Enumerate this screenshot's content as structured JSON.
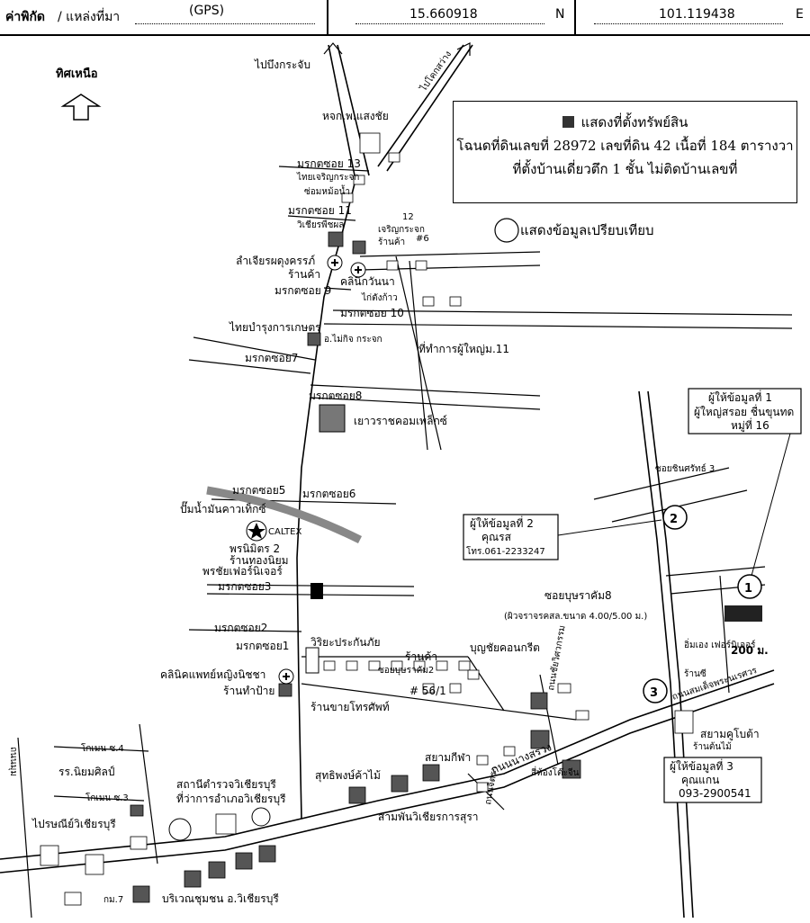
{
  "header": {
    "coord_label": "ค่าพิกัด",
    "source_label": "/ แหล่งที่มา",
    "gps_label": "(GPS)",
    "lat_value": "15.660918",
    "lat_dir": "N",
    "lon_value": "101.119438",
    "lon_dir": "E"
  },
  "north": {
    "label": "ทิศเหนือ"
  },
  "legend": {
    "property_line1": "แสดงที่ตั้งทรัพย์สิน",
    "property_line2": "โฉนดที่ดินเลขที่ 28972 เลขที่ดิน 42  เนื้อที่ 184 ตารางวา",
    "property_line3": "ที่ตั้งบ้านเดี่ยวตึก 1 ชั้น  ไม่ติดบ้านเลขที่",
    "compare_label": "แสดงข้อมูลเปรียบเทียบ"
  },
  "informants": {
    "one_title": "ผู้ให้ข้อมูลที่ 1",
    "one_name": "ผู้ใหญ่สรอย ชื่นขุนทด",
    "one_village": "หมู่ที่ 16",
    "one_num": "1",
    "two_title": "ผู้ให้ข้อมูลที่ 2",
    "two_name": "คุณรส",
    "two_phone": "โทร.061-2233247",
    "two_num": "2",
    "three_title": "ผู้ให้ข้อมูลที่ 3",
    "three_name": "คุณแกน",
    "three_phone": "093-2900541",
    "three_num": "3"
  },
  "labels": {
    "to_bueng": "ไปบึงกระจับ",
    "to_right_top": "ไปโคกสว่าง",
    "shop_sangchai": "หจก.พ.แสงชัย",
    "soi13": "มรกตซอย 13",
    "thai_charoen": "ไทยเจริญกระจก",
    "soi_mo": "ซ่อมหม้อน้ำ",
    "soi11": "มรกตซอย 11",
    "wichian_phan": "วิเชียรพืชผล",
    "charoen_glass": "เจริญกระจก",
    "shop1": "ร้านค้า",
    "num6": "#6",
    "num12": "12",
    "lamchiang": "ลำเจียรผดุงครรภ์",
    "shop2": "ร้านค้า",
    "clinic_wan": "คลินิกวันนา",
    "soi9": "มรกตซอย 9",
    "kai_yang": "ไก่ตังก้าว",
    "soi10": "มรกตซอย 10",
    "thai_agri": "ไทยบำรุงการเกษตร",
    "o_glass": "อ.ไม่กิจ กระจก",
    "headman": "ที่ทำการผู้ใหญ่ม.11",
    "soi7": "มรกตซอย7",
    "soi8": "มรกตซอย8",
    "yaowarat": "เยาวราชคอมเพล็กซ์",
    "soi_chin3": "ซอยชินศรัทธ์ 3",
    "soi5": "มรกตซอย5",
    "soi6": "มรกตซอย6",
    "gas_station": "ปั๊มน้ำมันคาวเท็กซ์",
    "caltex": "CALTEX",
    "pornmit": "พรนิมิตร 2",
    "shop_tong": "ร้านทองนิยม",
    "pornchai": "พรชัยเฟอร์นิเจอร์",
    "soi3": "มรกตซอย3",
    "soi_boon": "ซอยบุษราคัม8",
    "road_width": "(ผิวจราจรคสล.ขนาด 4.00/5.00 ม.)",
    "soi2": "มรกตซอย2",
    "soi1": "มรกตซอย1",
    "insurance": "วิริยะประกันภัย",
    "shop3": "ร้านค้า",
    "boonchai": "บุญชัยคอนกรีต",
    "soi_boon2": "ซอยบุษราคัม2",
    "dist": "200 ม.",
    "im_furn": "อิ่มเอง เฟอร์นิเจอร์",
    "gas2": "ร้านซี",
    "clinic_women": "คลินิคแพทย์หญิงนิชชา",
    "shop_tam": "ร้านทำป้าย",
    "num561": "# 56/1",
    "phone_shop": "ร้านขายโทรศัพท์",
    "road_main": "ถนนสมเด็จพระนเรศวร",
    "road_chai": "ถนนชัยวิศวกรรม",
    "siam_kubota": "สยามคูโบต้า",
    "shop_tree": "ร้านต้นไม้",
    "road_wang": "ถนนนางสรวง",
    "siam_kila": "สยามกีฬา",
    "sutthipong": "สุทธิพงษ์ค้าไม้",
    "sanphong": "สี่ห้องโต๊ะจีน",
    "road_jitra": "ถนนจิตรา",
    "police": "สถานีตำรวจวิเชียรบุรี",
    "district": "ที่ว่าการอำเภอวิเชียรบุรี",
    "sampan": "สามพันวิเชียรการสุรา",
    "khomen4": "โกเมน ซ.4",
    "niyom": "รร.นิยมศิลป์",
    "khomen3": "โกเมน ซ.3",
    "post": "ไปรษณีย์วิเชียรบุรี",
    "km7": "กม.7",
    "community": "บริเวณชุมชน อ.วิเชียรบุรี",
    "left_road": "ถนนมุม"
  }
}
